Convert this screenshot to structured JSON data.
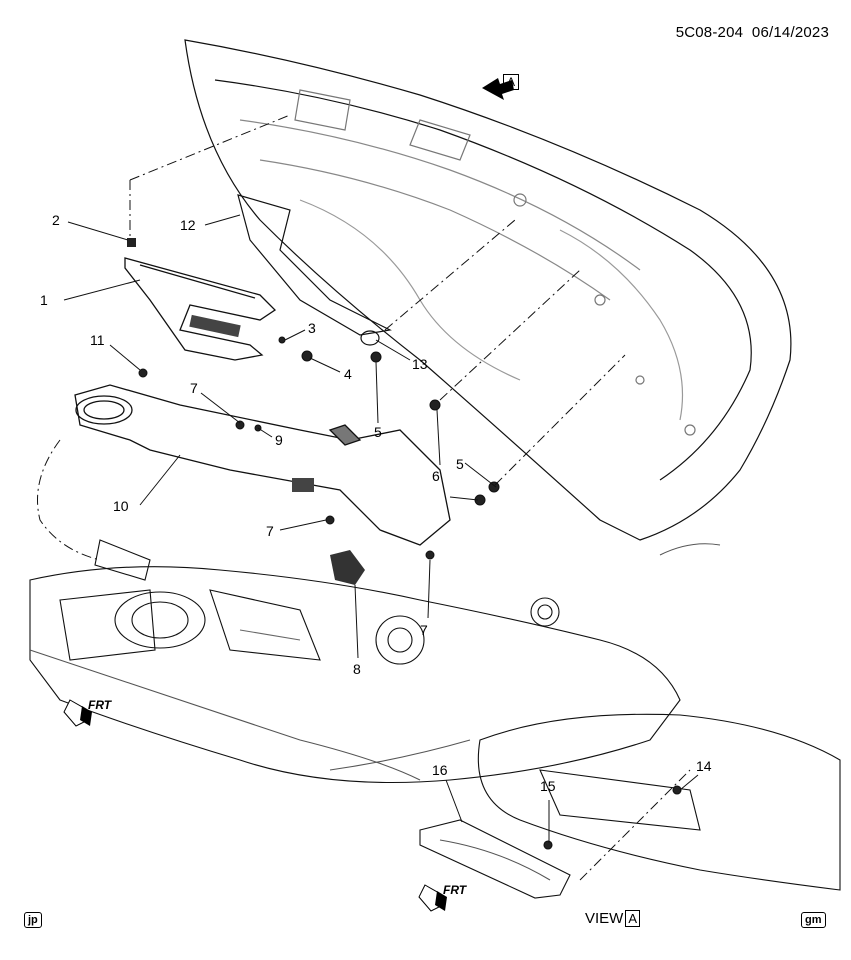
{
  "header": {
    "doc_code": "5C08-204",
    "date": "06/14/2023"
  },
  "view_marker": {
    "letter": "A"
  },
  "callouts": {
    "c1": "1",
    "c2": "2",
    "c3": "3",
    "c4": "4",
    "c5a": "5",
    "c5b": "5",
    "c6": "6",
    "c7a": "7",
    "c7b": "7",
    "c7c": "7",
    "c8": "8",
    "c9": "9",
    "c10": "10",
    "c11": "11",
    "c12": "12",
    "c13": "13",
    "c14": "14",
    "c15": "15",
    "c16": "16"
  },
  "frt_label": "FRT",
  "footer": {
    "left_logo": "jp",
    "view_text": "VIEW",
    "view_letter": "A",
    "right_logo": "gm"
  }
}
